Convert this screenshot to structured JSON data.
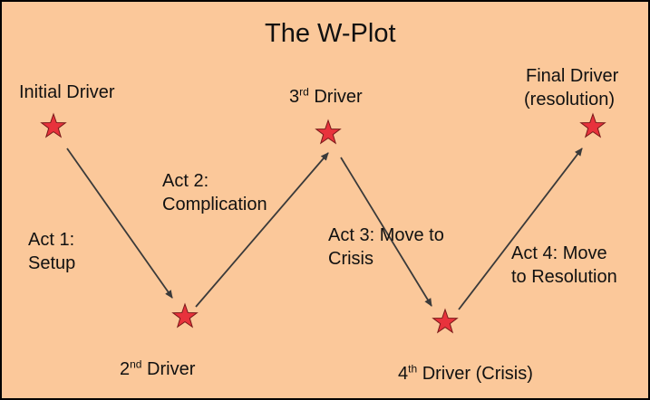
{
  "title": "The W-Plot",
  "drivers": {
    "initial": "Initial Driver",
    "second_num": "2",
    "second_sup": "nd",
    "second_rest": " Driver",
    "third_num": "3",
    "third_sup": "rd",
    "third_rest": " Driver",
    "fourth_num": "4",
    "fourth_sup": "th",
    "fourth_rest": " Driver (Crisis)",
    "final_line1": "Final Driver",
    "final_line2": "(resolution)"
  },
  "acts": {
    "act1_line1": "Act 1:",
    "act1_line2": "Setup",
    "act2_line1": "Act 2:",
    "act2_line2": "Complication",
    "act3_line1": "Act 3: Move to",
    "act3_line2": "Crisis",
    "act4_line1": "Act 4: Move",
    "act4_line2": "to Resolution"
  },
  "colors": {
    "background": "#fbc89a",
    "star_fill": "#e8323c",
    "arrow": "#3a3a3a"
  },
  "icons": [
    "star-icon",
    "arrow"
  ]
}
